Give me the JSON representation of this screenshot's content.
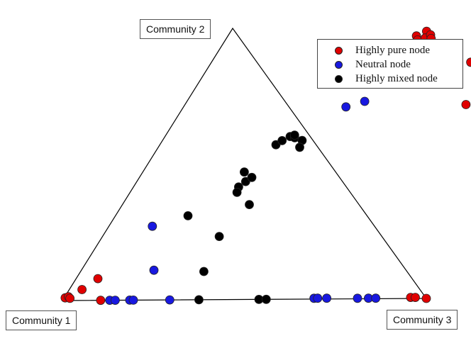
{
  "chart_data": {
    "type": "scatter",
    "plot": "ternary",
    "vertices": [
      "Community 1",
      "Community 2",
      "Community 3"
    ],
    "legend_position": "top-right",
    "colors": {
      "pure": "#e00000",
      "neutral": "#1818e0",
      "mixed": "#000000"
    },
    "series": [
      {
        "name": "Highly pure node",
        "key": "pure",
        "points": [
          [
            0.003,
            0.01
          ],
          [
            0.01,
            0.014
          ],
          [
            0.017,
            0.008
          ],
          [
            0.035,
            0.04
          ],
          [
            0.06,
            0.08
          ],
          [
            0.505,
            0.94
          ],
          [
            0.52,
            0.968
          ],
          [
            0.53,
            0.953
          ],
          [
            0.54,
            0.985
          ],
          [
            0.548,
            0.96
          ],
          [
            0.557,
            0.972
          ],
          [
            0.565,
            0.958
          ],
          [
            0.598,
            0.918
          ],
          [
            0.715,
            0.87
          ],
          [
            0.775,
            0.714
          ],
          [
            0.955,
            0.004
          ],
          [
            0.968,
            0.004
          ],
          [
            1.0,
            0.0
          ],
          [
            0.105,
            0.0
          ]
        ]
      },
      {
        "name": "Neutral node",
        "key": "neutral",
        "points": [
          [
            0.13,
            0.0
          ],
          [
            0.145,
            0.0
          ],
          [
            0.185,
            0.0
          ],
          [
            0.195,
            0.0
          ],
          [
            0.295,
            0.0
          ],
          [
            0.69,
            0.003
          ],
          [
            0.7,
            0.003
          ],
          [
            0.725,
            0.003
          ],
          [
            0.81,
            0.002
          ],
          [
            0.84,
            0.002
          ],
          [
            0.86,
            0.002
          ],
          [
            0.12,
            0.272
          ],
          [
            0.2,
            0.11
          ],
          [
            0.448,
            0.708
          ],
          [
            0.49,
            0.728
          ]
        ]
      },
      {
        "name": "Highly mixed node",
        "key": "mixed",
        "points": [
          [
            0.32,
            0.57
          ],
          [
            0.33,
            0.585
          ],
          [
            0.345,
            0.6
          ],
          [
            0.36,
            0.595
          ],
          [
            0.355,
            0.605
          ],
          [
            0.385,
            0.585
          ],
          [
            0.39,
            0.56
          ],
          [
            0.28,
            0.47
          ],
          [
            0.3,
            0.435
          ],
          [
            0.29,
            0.415
          ],
          [
            0.31,
            0.45
          ],
          [
            0.295,
            0.395
          ],
          [
            0.35,
            0.35
          ],
          [
            0.2,
            0.31
          ],
          [
            0.322,
            0.233
          ],
          [
            0.34,
            0.104
          ],
          [
            0.375,
            0.0
          ],
          [
            0.54,
            0.0
          ],
          [
            0.56,
            0.0
          ]
        ]
      }
    ]
  }
}
